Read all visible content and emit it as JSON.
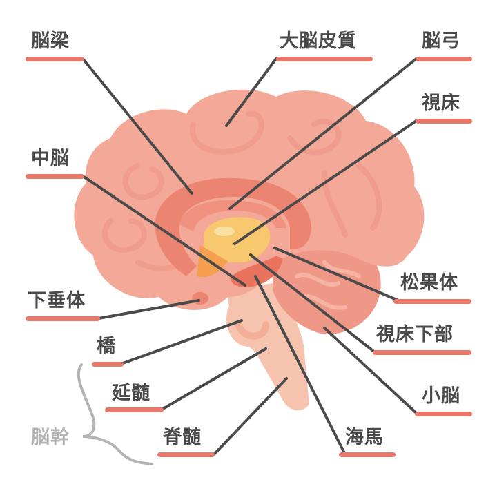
{
  "diagram": {
    "title": "Brain anatomy (sagittal section)",
    "colors": {
      "label_text": "#4a4a4a",
      "underline": "#e8796a",
      "leader_line": "#4a4a4a",
      "cerebrum": "#f4a898",
      "cerebrum_fold": "#ee9888",
      "corpus_callosum": "#ec8472",
      "thalamus": "#f8c86e",
      "hypothalamus": "#f4a04e",
      "brainstem": "#f6c4ae",
      "cerebellum": "#f09888",
      "bracket": "#b4b4b4"
    },
    "labels": [
      {
        "id": "corpus-callosum",
        "text": "脳梁",
        "side": "left"
      },
      {
        "id": "cerebral-cortex",
        "text": "大脳皮質",
        "side": "right"
      },
      {
        "id": "fornix",
        "text": "脳弓",
        "side": "right"
      },
      {
        "id": "thalamus",
        "text": "視床",
        "side": "right"
      },
      {
        "id": "midbrain",
        "text": "中脳",
        "side": "left"
      },
      {
        "id": "pineal-body",
        "text": "松果体",
        "side": "right"
      },
      {
        "id": "pituitary",
        "text": "下垂体",
        "side": "left"
      },
      {
        "id": "hypothalamus",
        "text": "視床下部",
        "side": "right"
      },
      {
        "id": "pons",
        "text": "橋",
        "side": "left"
      },
      {
        "id": "cerebellum",
        "text": "小脳",
        "side": "right"
      },
      {
        "id": "medulla",
        "text": "延髄",
        "side": "left"
      },
      {
        "id": "spinal-cord",
        "text": "脊髄",
        "side": "left"
      },
      {
        "id": "hippocampus",
        "text": "海馬",
        "side": "right"
      }
    ],
    "group_label": {
      "text": "脳幹",
      "groups": [
        "橋",
        "延髄",
        "脊髄"
      ]
    }
  }
}
